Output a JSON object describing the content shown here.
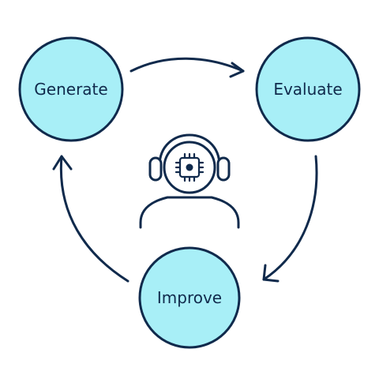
{
  "diagram": {
    "nodes": {
      "generate": "Generate",
      "evaluate": "Evaluate",
      "improve": "Improve"
    },
    "colors": {
      "node_fill": "#a8eff7",
      "stroke": "#102a4c"
    },
    "center_icon": "ai-agent-with-chip-and-headset-icon"
  }
}
